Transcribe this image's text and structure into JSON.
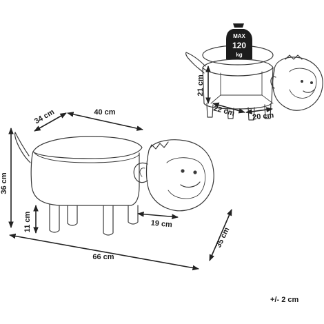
{
  "weight_badge": {
    "line1": "MAX",
    "line2": "120",
    "line3": "kg"
  },
  "dimensions": {
    "small_height": "21 cm",
    "small_depth": "22 cm",
    "small_width": "20 cm",
    "top_depth": "34 cm",
    "top_length": "40 cm",
    "total_height": "36 cm",
    "leg_height": "11 cm",
    "leg_spacing": "19 cm",
    "total_length": "66 cm",
    "total_depth": "35 cm"
  },
  "tolerance": "+/- 2 cm"
}
